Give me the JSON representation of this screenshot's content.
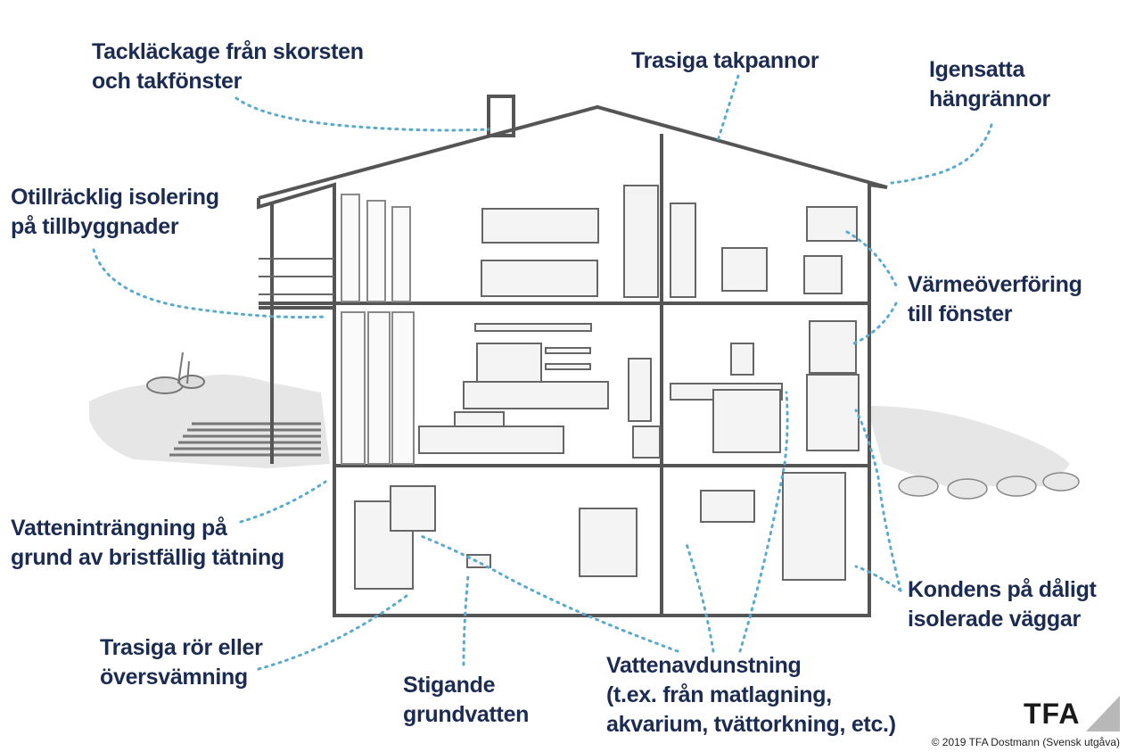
{
  "labels": {
    "roof_leak": [
      "Tackläckage från skorsten",
      "och takfönster"
    ],
    "broken_tiles": [
      "Trasiga takpannor"
    ],
    "gutters": [
      "Igensatta",
      "hängrännor"
    ],
    "insulation": [
      "Otillräcklig isolering",
      "på tillbyggnader"
    ],
    "window_heat": [
      "Värmeöverföring",
      "till fönster"
    ],
    "water_seal": [
      "Vatteninträngning på",
      "grund av bristfällig tätning"
    ],
    "condensation": [
      "Kondens på dåligt",
      "isolerade väggar"
    ],
    "pipes": [
      "Trasiga rör eller",
      "översvämning"
    ],
    "groundwater": [
      "Stigande",
      "grundvatten"
    ],
    "evaporation": [
      "Vattenavdunstning",
      "(t.ex. från matlagning,",
      "akvarium, tvättorkning, etc.)"
    ]
  },
  "logo_text": "TFA",
  "copyright": "© 2019 TFA Dostmann (Svensk utgåva)",
  "colors": {
    "label": "#1b2b52",
    "dots": "#5aa9cf",
    "house": "#555555",
    "ground": "#e4e4e4"
  }
}
